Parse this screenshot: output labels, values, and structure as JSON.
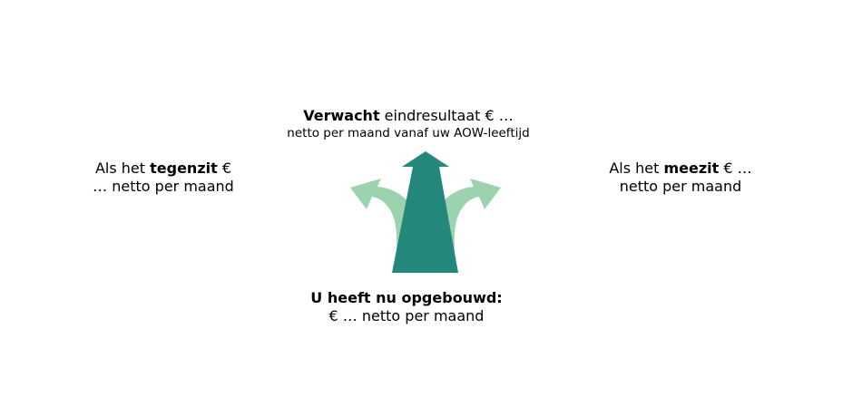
{
  "colors": {
    "main_arrow": "#23877B",
    "side_arrows": "#9AD3AE",
    "background": "#FFFFFF",
    "text": "#000000"
  },
  "expected": {
    "bold": "Verwacht",
    "rest": " eindresultaat € …",
    "line2": "netto per maand vanaf uw AOW-leeftijd"
  },
  "downside": {
    "prefix": "Als het ",
    "bold": "tegenzit",
    "suffix": " €",
    "line2": "… netto per maand"
  },
  "upside": {
    "prefix": "Als het ",
    "bold": "meezit",
    "suffix": " € …",
    "line2": "netto per maand"
  },
  "accrued": {
    "bold": "U heeft nu opgebouwd:",
    "line2": "€ … netto per maand"
  },
  "icons": {
    "center": "arrow-up-icon",
    "left": "arrow-curve-left-icon",
    "right": "arrow-curve-right-icon"
  }
}
